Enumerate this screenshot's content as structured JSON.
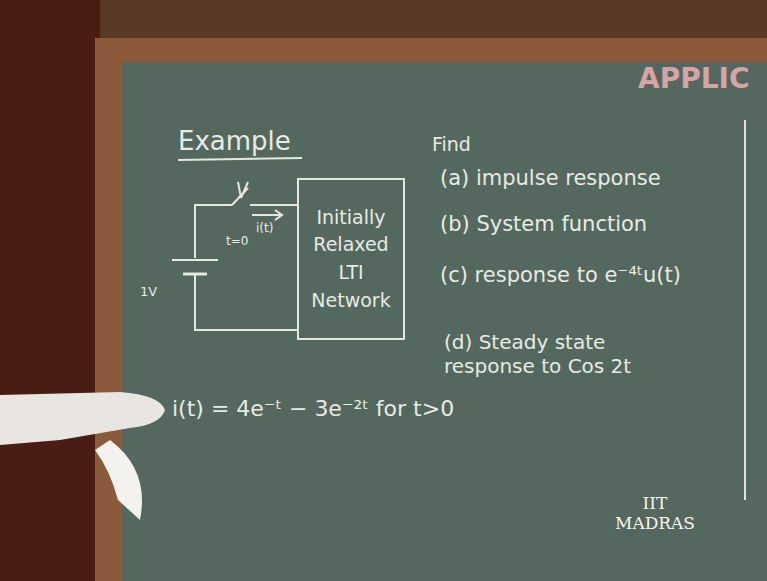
{
  "diagram": {
    "title": "Example",
    "nodes": [
      {
        "text": [
          "Initially Relaxed LTI Network"
        ]
      }
    ],
    "labels": [
      "Find",
      "(a) impulse response",
      "(b) System function",
      "(c) response to e⁻⁴ᵗu(t)",
      "(d) Steady state response to Cos 2t",
      "1V",
      "t=0",
      "i(t)",
      "i(t) = 4e⁻ᵗ − 3e⁻²ᵗ for t>0",
      "APPLIC",
      "IIT MADRAS"
    ]
  }
}
